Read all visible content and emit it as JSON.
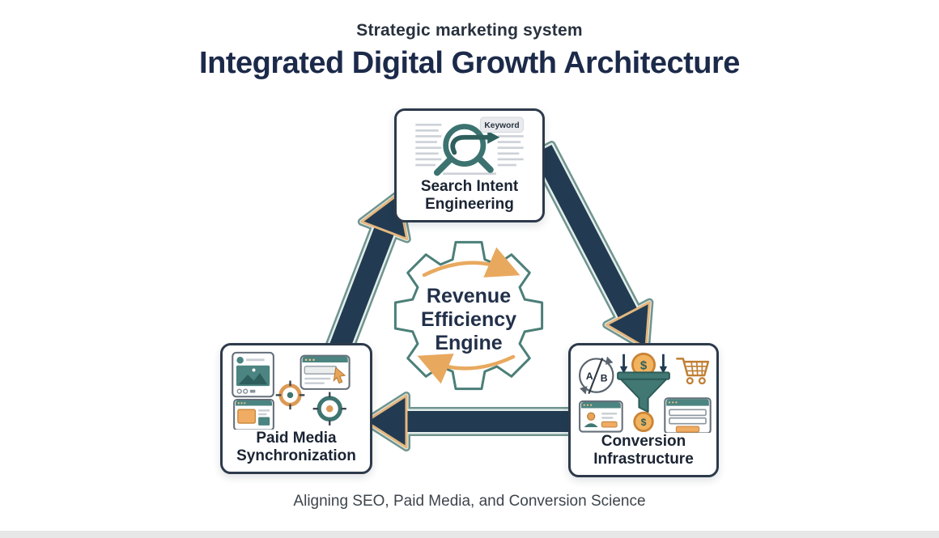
{
  "header": {
    "eyebrow": "Strategic marketing system",
    "title": "Integrated Digital Growth Architecture"
  },
  "center_engine": {
    "label": "Revenue Efficiency Engine"
  },
  "nodes": {
    "search_intent": {
      "label": "Search Intent Engineering",
      "badge": "Keyword"
    },
    "conversion": {
      "label": "Conversion Infrastructure",
      "ab_left": "A",
      "ab_right": "B",
      "currency": "$"
    },
    "paid_media": {
      "label": "Paid Media Synchronization"
    }
  },
  "footer": {
    "caption": "Aligning SEO, Paid Media, and Conversion Science"
  },
  "colors": {
    "navy_arrow": "#223B52",
    "teal": "#417874",
    "orange": "#E8A95F",
    "coin_fill": "#F2B35E",
    "halo": "#E4EEED",
    "title_navy": "#1C2A4A"
  },
  "icon_names": [
    "search-magnifier-arrow-icon",
    "keyword-badge",
    "gear-icon",
    "cycle-arrow-top-icon",
    "cycle-arrow-bottom-icon",
    "social-post-icon",
    "browser-click-icon",
    "browser-ad-icon",
    "crosshair-orange-icon",
    "crosshair-teal-icon",
    "ab-test-icon",
    "funnel-coins-icon",
    "shopping-cart-icon",
    "profile-card-icon",
    "form-card-icon",
    "flow-arrow-up-icon",
    "flow-arrow-down-icon",
    "flow-arrow-left-icon"
  ]
}
